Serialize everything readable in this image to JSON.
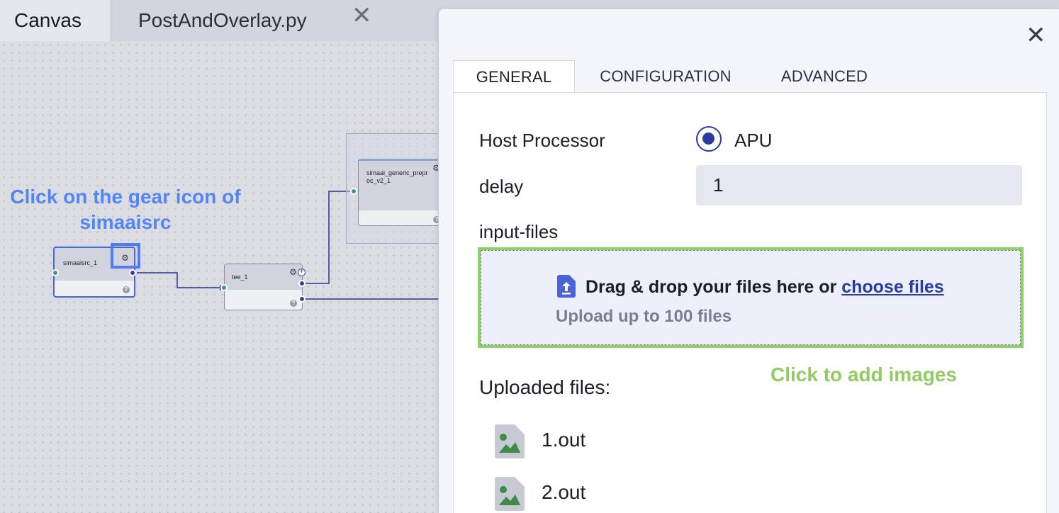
{
  "tabs": {
    "canvas": "Canvas",
    "file": "PostAndOverlay.py",
    "close_glyph": "✕"
  },
  "canvas": {
    "annotation": "Click on the gear icon of simaaisrc",
    "nodes": {
      "source": "simaaisrc_1",
      "tee": "tee_1",
      "preproc": "simaai_generic_prepr oc_v2_1"
    },
    "icons": {
      "gear": "gear-icon",
      "help": "question-icon",
      "add": "plus-circle-icon"
    },
    "help_glyph": "?",
    "add_glyph": "+",
    "gear_glyph": "⚙"
  },
  "panel": {
    "close_glyph": "✕",
    "tabs": [
      "GENERAL",
      "CONFIGURATION",
      "ADVANCED"
    ],
    "active_tab": "GENERAL",
    "fields": {
      "host_processor_label": "Host Processor",
      "host_processor_value": "APU",
      "delay_label": "delay",
      "delay_value": "1",
      "input_files_label": "input-files"
    },
    "dropzone": {
      "text": "Drag & drop your files here or",
      "link": "choose files",
      "subtext": "Upload up to 100 files"
    },
    "annotation": "Click to add images",
    "uploaded": {
      "title": "Uploaded files:",
      "files": [
        "1.out",
        "2.out"
      ]
    }
  },
  "colors": {
    "accent": "#2c3a99",
    "annotation_blue": "#5286f3",
    "annotation_green": "#92cb63",
    "file_icon_green": "#3f8a4a"
  }
}
